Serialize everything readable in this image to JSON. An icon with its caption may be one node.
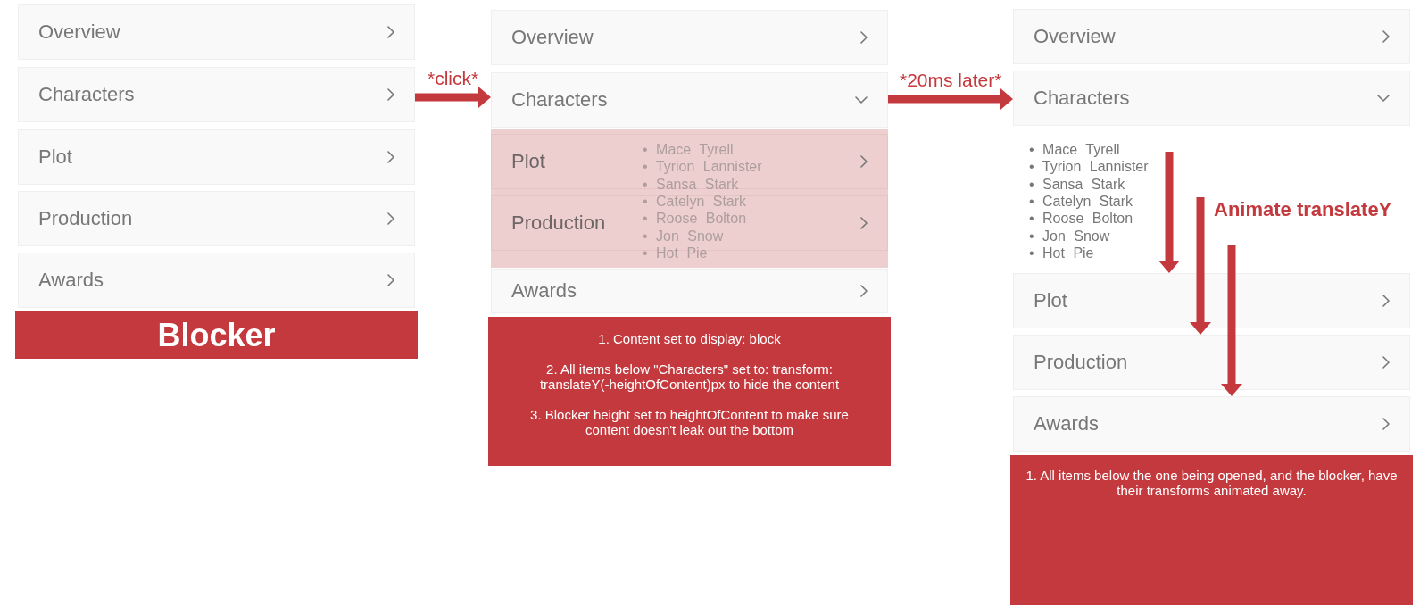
{
  "diagram": {
    "nodes": [
      {
        "text": [
          "Overview"
        ]
      },
      {
        "text": [
          "Characters"
        ]
      },
      {
        "text": [
          "Plot"
        ]
      },
      {
        "text": [
          "Production"
        ]
      },
      {
        "text": [
          "Awards"
        ]
      },
      {
        "text": [
          "Blocker"
        ]
      },
      {
        "text": [
          "Overview"
        ]
      },
      {
        "text": [
          "Characters"
        ]
      },
      {
        "text": [
          "Plot"
        ]
      },
      {
        "text": [
          "Production"
        ]
      },
      {
        "text": [
          "Awards"
        ]
      },
      {
        "text": [
          "1. Content set to display: block",
          "2. All items below \"Characters\" set to: transform: translateY(-heightOfContent)px to hide the content",
          "3. Blocker height set to heightOfContent to make sure content doesn't leak out the bottom"
        ]
      },
      {
        "text": [
          "Overview"
        ]
      },
      {
        "text": [
          "Characters"
        ]
      },
      {
        "text": [
          "Plot"
        ]
      },
      {
        "text": [
          "Production"
        ]
      },
      {
        "text": [
          "Awards"
        ]
      },
      {
        "text": [
          "1. All items below the one being opened, and the blocker, have their transforms animated away."
        ]
      }
    ],
    "edges": [
      {
        "from": 1,
        "to": 7,
        "arrow": "to",
        "label": "*click*"
      },
      {
        "from": 7,
        "to": 13,
        "arrow": "to",
        "label": "*20ms later*"
      },
      {
        "from": null,
        "to": 14,
        "arrow": "to"
      },
      {
        "from": null,
        "to": 15,
        "arrow": "to"
      },
      {
        "from": null,
        "to": 16,
        "arrow": "to"
      }
    ],
    "labels": [
      "• Mace Tyrell",
      "• Tyrion Lannister",
      "• Sansa Stark",
      "• Catelyn Stark",
      "• Roose Bolton",
      "• Jon Snow",
      "• Hot Pie",
      "• Mace Tyrell",
      "• Tyrion Lannister",
      "• Sansa Stark",
      "• Catelyn Stark",
      "• Roose Bolton",
      "• Jon Snow",
      "• Hot Pie",
      "Animate translateY"
    ]
  }
}
